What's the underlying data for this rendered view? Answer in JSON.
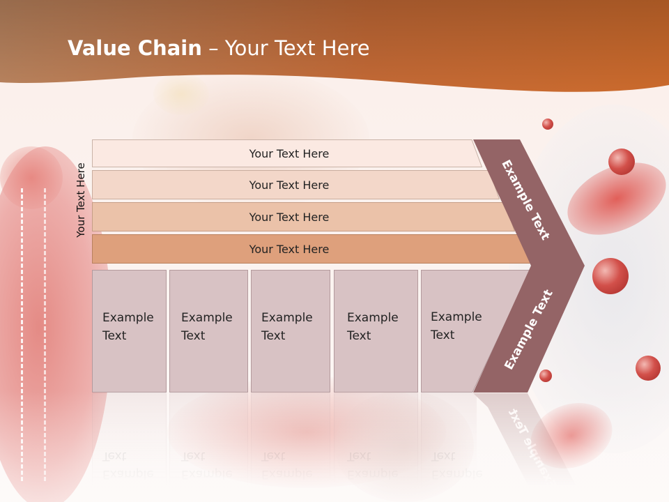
{
  "title": {
    "bold": "Value Chain",
    "rest": " – Your Text Here"
  },
  "side_label": "Your Text Here",
  "banners": [
    {
      "label": "Your Text Here",
      "color": "#fbe9e2"
    },
    {
      "label": "Your Text Here",
      "color": "#f3d7c9"
    },
    {
      "label": "Your Text Here",
      "color": "#ebc2a9"
    },
    {
      "label": "Your Text Here",
      "color": "#dea07c"
    }
  ],
  "boxes": [
    {
      "line1": "Example",
      "line2": "Text"
    },
    {
      "line1": "Example",
      "line2": "Text"
    },
    {
      "line1": "Example",
      "line2": "Text"
    },
    {
      "line1": "Example",
      "line2": "Text"
    },
    {
      "line1": "Example",
      "line2": "Text"
    }
  ],
  "chevron": {
    "top_text": "Example Text",
    "bottom_text": "Example Text",
    "color": "#946466"
  },
  "colors": {
    "header": "#c4642f",
    "box": "#d8c2c4"
  }
}
